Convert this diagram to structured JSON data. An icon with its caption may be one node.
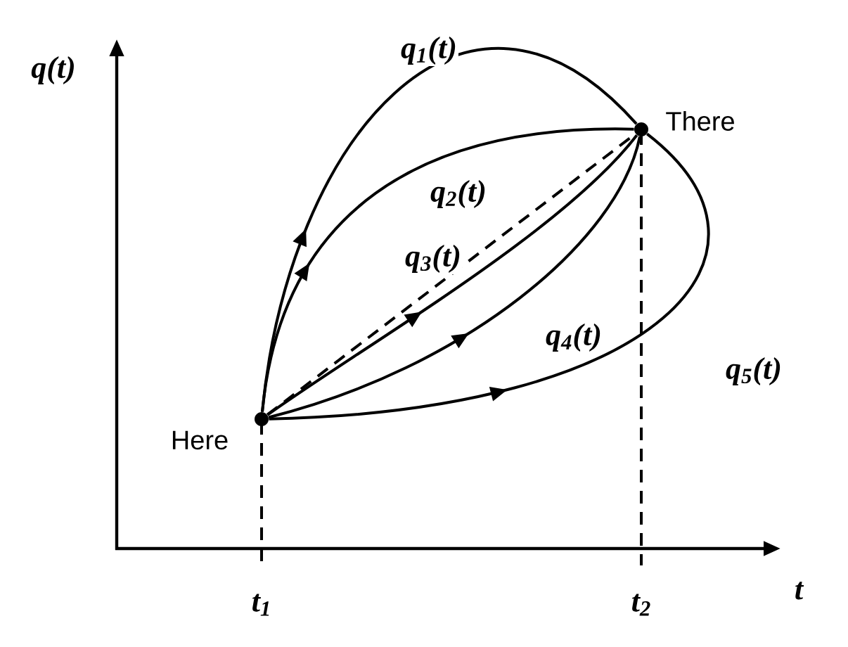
{
  "diagram": {
    "nodes": [
      {
        "text": [],
        "shape": "circle",
        "beside": [
          "Here"
        ]
      },
      {
        "text": [],
        "shape": "circle",
        "beside": [
          "There"
        ]
      }
    ],
    "edges": [
      {
        "from": 0,
        "to": 1,
        "arrow": "to",
        "label": "q$_{1}$(t)"
      },
      {
        "from": 0,
        "to": 1,
        "arrow": "to",
        "label": "q$_{2}$(t)"
      },
      {
        "from": 0,
        "to": 1,
        "arrow": "none",
        "style": "dashed"
      },
      {
        "from": 0,
        "to": 1,
        "arrow": "to",
        "label": "q$_{3}$(t)"
      },
      {
        "from": 0,
        "to": 1,
        "arrow": "to",
        "label": "q$_{4}$(t)"
      },
      {
        "from": 0,
        "to": 1,
        "arrow": "to",
        "label": "q$_{5}$(t)"
      }
    ],
    "labels": [
      "q(t)",
      "t",
      "t$_{1}$",
      "t$_{2}$"
    ]
  }
}
